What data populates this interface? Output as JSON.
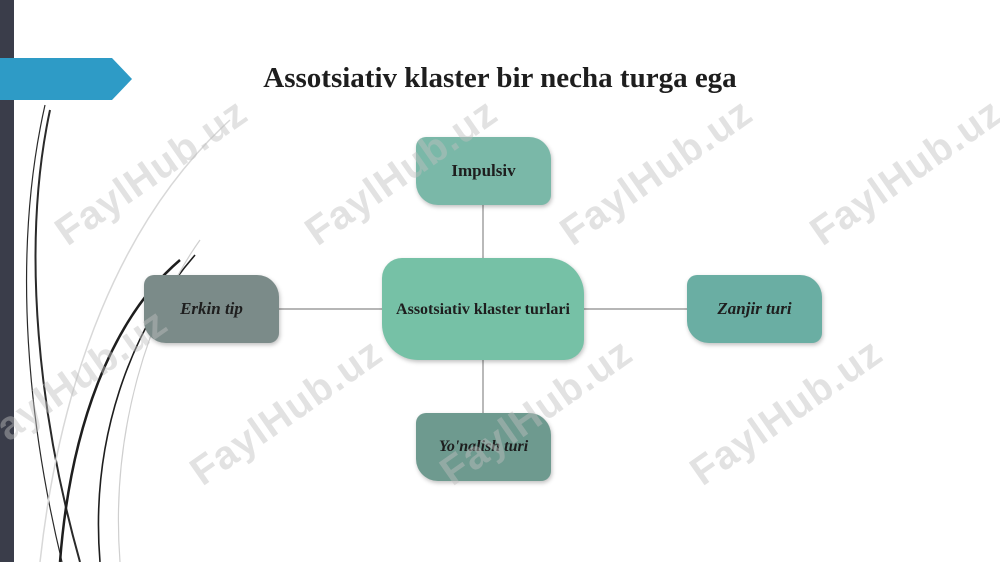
{
  "slide": {
    "title": "Assotsiativ klaster bir necha turga ega",
    "accent_color": "#2e9bc6",
    "sidebar_color": "#3a3d4a"
  },
  "diagram": {
    "center": "Assotsiativ klaster turlari",
    "top": "Impulsiv",
    "left": "Erkin tip",
    "right": "Zanjir turi",
    "bottom": "Yo'nalish turi"
  },
  "watermark": {
    "text": "FaylHub.uz"
  }
}
